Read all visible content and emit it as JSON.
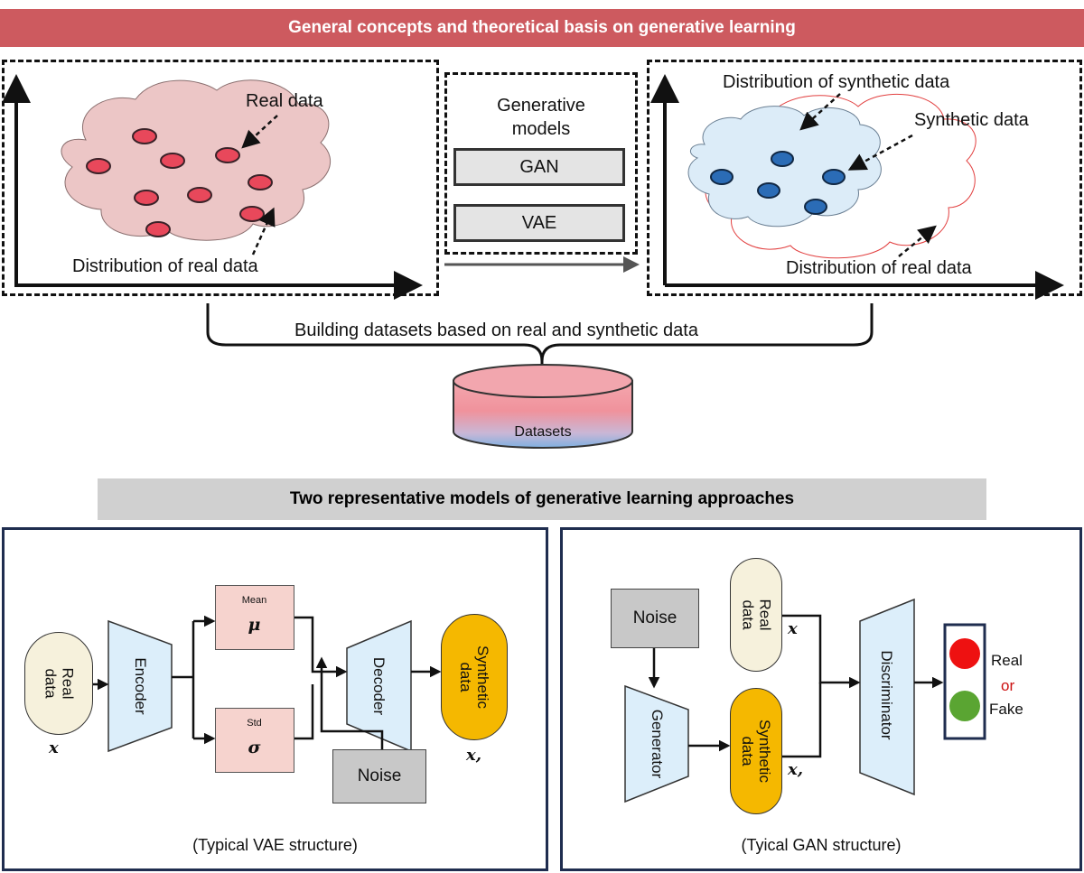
{
  "banners": {
    "top": "General concepts and theoretical basis on generative learning",
    "middle": "Two representative models of generative learning approaches"
  },
  "real_panel": {
    "real_data_label": "Real data",
    "distribution_label": "Distribution of real data"
  },
  "models_box": {
    "title_line1": "Generative",
    "title_line2": "models",
    "gan": "GAN",
    "vae": "VAE"
  },
  "synthetic_panel": {
    "distribution_synthetic_label": "Distribution of synthetic data",
    "synthetic_data_label": "Synthetic data",
    "distribution_real_label": "Distribution of real data"
  },
  "datasets": {
    "building_label": "Building datasets based on real and synthetic data",
    "cylinder_label": "Datasets"
  },
  "vae": {
    "input_label": "Real\ndata",
    "input_symbol": "x",
    "encoder": "Encoder",
    "mean_label": "Mean",
    "mean_symbol": "μ",
    "std_label": "Std",
    "std_symbol": "σ",
    "noise": "Noise",
    "decoder": "Decoder",
    "output_label": "Synthetic\ndata",
    "output_symbol": "x,",
    "caption": "(Typical VAE structure)"
  },
  "gan": {
    "noise": "Noise",
    "generator": "Generator",
    "real_label": "Real\ndata",
    "real_symbol": "x",
    "synthetic_label": "Synthetic\ndata",
    "synthetic_symbol": "x,",
    "discriminator": "Discriminator",
    "real_word": "Real",
    "or_word": "or",
    "fake_word": "Fake",
    "caption": "(Tyical GAN structure)"
  },
  "colors": {
    "banner_red": "#cd5a5f",
    "banner_grey": "#d0d0d0",
    "real_point": "#e8485b",
    "real_cloud": "#ecc6c6",
    "synthetic_point": "#2b6cb6",
    "synthetic_cloud": "#dcecf8",
    "model_box_blue": "#dceefa",
    "stat_pink": "#f6d3ce",
    "synthetic_pill": "#f5b800",
    "real_pill": "#f6f1dc",
    "noise_grey": "#c8c8c8",
    "light_red": "#ee1111",
    "light_green": "#5aa532",
    "panel_border": "#1f2d4f"
  }
}
